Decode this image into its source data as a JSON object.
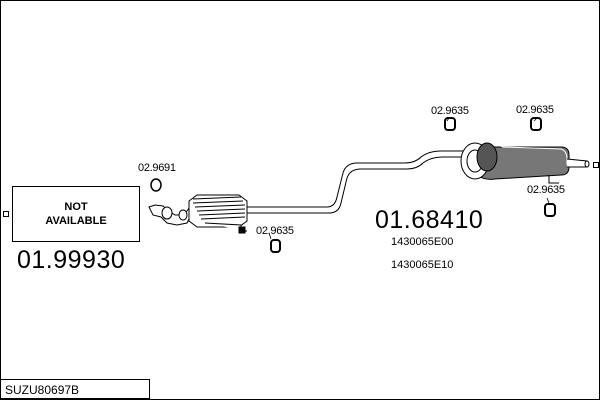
{
  "diagram_code": "SUZU80697B",
  "front_box": {
    "text": "NOT\nAVAILABLE",
    "part_number": "01.99930"
  },
  "main_part": {
    "part_number": "01.68410",
    "references": [
      "1430065E00",
      "1430065E10"
    ]
  },
  "small_parts": {
    "gasket": "02.9691",
    "hanger_front": "02.9635",
    "hanger_rear_left": "02.9635",
    "hanger_rear_right": "02.9635",
    "hanger_rear_lower": "02.9635"
  }
}
